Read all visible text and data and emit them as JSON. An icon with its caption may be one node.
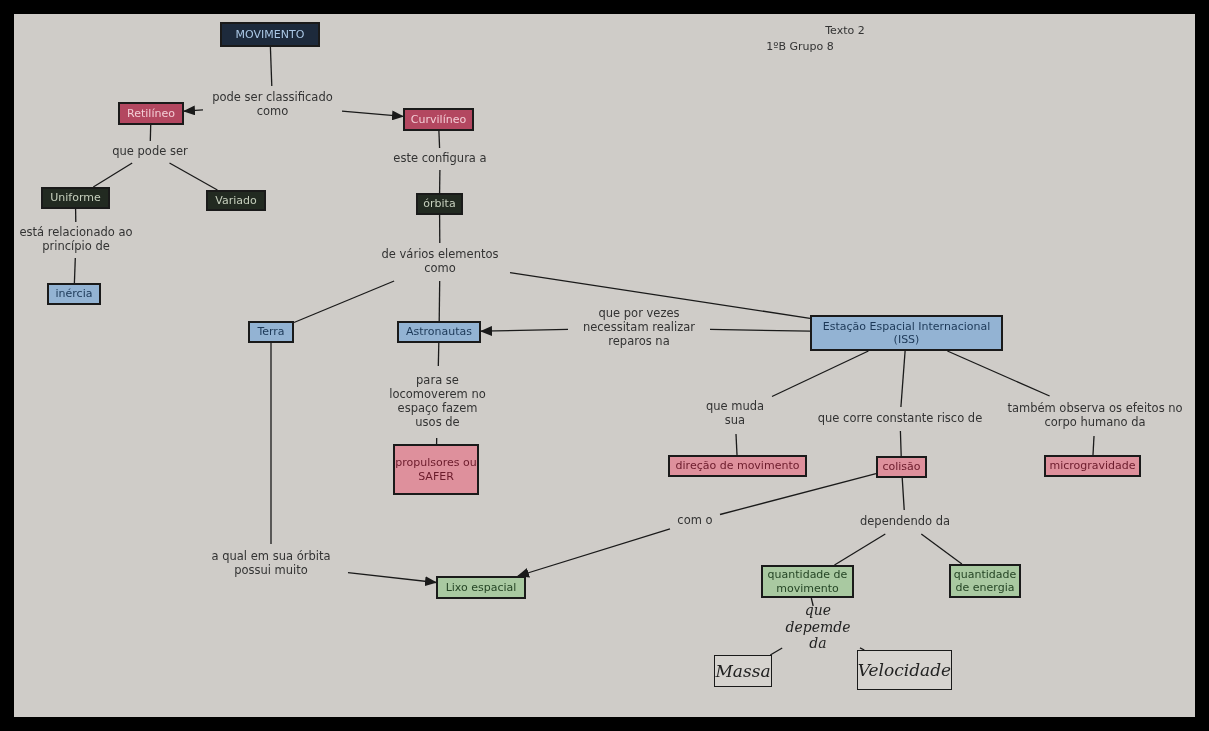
{
  "diagram": {
    "nodes": [
      {
        "text": [
          "MOVIMENTO"
        ]
      },
      {
        "text": [
          "pode ser classificado como"
        ]
      },
      {
        "text": [
          "Retilíneo"
        ]
      },
      {
        "text": [
          "Curvilíneo"
        ]
      },
      {
        "text": [
          "que pode ser"
        ]
      },
      {
        "text": [
          "Uniforme"
        ]
      },
      {
        "text": [
          "Variado"
        ]
      },
      {
        "text": [
          "está relacionado ao princípio de"
        ]
      },
      {
        "text": [
          "inércia"
        ]
      },
      {
        "text": [
          "este configura a"
        ]
      },
      {
        "text": [
          "órbita"
        ]
      },
      {
        "text": [
          "de vários elementos como"
        ]
      },
      {
        "text": [
          "Terra"
        ]
      },
      {
        "text": [
          "Astronautas"
        ]
      },
      {
        "text": [
          "que por vezes necessitam realizar reparos na"
        ]
      },
      {
        "text": [
          "Estação Espacial Internacional (ISS)"
        ]
      },
      {
        "text": [
          "para se locomoverem no espaço fazem usos de"
        ]
      },
      {
        "text": [
          "propulsores ou SAFER"
        ]
      },
      {
        "text": [
          "que muda sua"
        ]
      },
      {
        "text": [
          "direção de movimento"
        ]
      },
      {
        "text": [
          "que corre constante risco de"
        ]
      },
      {
        "text": [
          "colisão"
        ]
      },
      {
        "text": [
          "também observa os efeitos no corpo humano da"
        ]
      },
      {
        "text": [
          "microgravidade"
        ]
      },
      {
        "text": [
          "a qual em sua órbita possui muito"
        ]
      },
      {
        "text": [
          "com o"
        ]
      },
      {
        "text": [
          "dependendo da"
        ]
      },
      {
        "text": [
          "Lixo espacial"
        ]
      },
      {
        "text": [
          "quantidade de movimento"
        ]
      },
      {
        "text": [
          "quantidade de energia"
        ]
      },
      {
        "text": [
          "que depemde da"
        ]
      },
      {
        "text": [
          "Massa"
        ]
      },
      {
        "text": [
          "Velocidade"
        ]
      }
    ],
    "edges": [
      {
        "from": 0,
        "to": 1,
        "arrow": "none"
      },
      {
        "from": 1,
        "to": 2,
        "arrow": "to"
      },
      {
        "from": 1,
        "to": 3,
        "arrow": "to"
      },
      {
        "from": 2,
        "to": 4,
        "arrow": "none"
      },
      {
        "from": 4,
        "to": 5,
        "arrow": "none"
      },
      {
        "from": 4,
        "to": 6,
        "arrow": "none"
      },
      {
        "from": 5,
        "to": 7,
        "arrow": "none"
      },
      {
        "from": 7,
        "to": 8,
        "arrow": "none"
      },
      {
        "from": 3,
        "to": 9,
        "arrow": "none"
      },
      {
        "from": 9,
        "to": 10,
        "arrow": "none"
      },
      {
        "from": 10,
        "to": 11,
        "arrow": "none"
      },
      {
        "from": 11,
        "to": 12,
        "arrow": "none"
      },
      {
        "from": 11,
        "to": 13,
        "arrow": "none"
      },
      {
        "from": 11,
        "to": 15,
        "arrow": "none"
      },
      {
        "from": 15,
        "to": 14,
        "arrow": "none"
      },
      {
        "from": 14,
        "to": 13,
        "arrow": "to"
      },
      {
        "from": 13,
        "to": 16,
        "arrow": "none"
      },
      {
        "from": 16,
        "to": 17,
        "arrow": "none"
      },
      {
        "from": 12,
        "to": 24,
        "arrow": "none"
      },
      {
        "from": 24,
        "to": 27,
        "arrow": "to"
      },
      {
        "from": 15,
        "to": 18,
        "arrow": "none"
      },
      {
        "from": 18,
        "to": 19,
        "arrow": "none"
      },
      {
        "from": 15,
        "to": 20,
        "arrow": "none"
      },
      {
        "from": 20,
        "to": 21,
        "arrow": "none"
      },
      {
        "from": 15,
        "to": 22,
        "arrow": "none"
      },
      {
        "from": 22,
        "to": 23,
        "arrow": "none"
      },
      {
        "from": 21,
        "to": 25,
        "arrow": "none"
      },
      {
        "from": 25,
        "to": 27,
        "arrow": "to"
      },
      {
        "from": 21,
        "to": 26,
        "arrow": "none"
      },
      {
        "from": 26,
        "to": 28,
        "arrow": "none"
      },
      {
        "from": 26,
        "to": 29,
        "arrow": "none"
      },
      {
        "from": 28,
        "to": 30,
        "arrow": "none"
      },
      {
        "from": 30,
        "to": 31,
        "arrow": "none"
      },
      {
        "from": 30,
        "to": 32,
        "arrow": "none"
      }
    ],
    "labels": [
      "Texto 2",
      "1ºB Grupo 8"
    ]
  }
}
